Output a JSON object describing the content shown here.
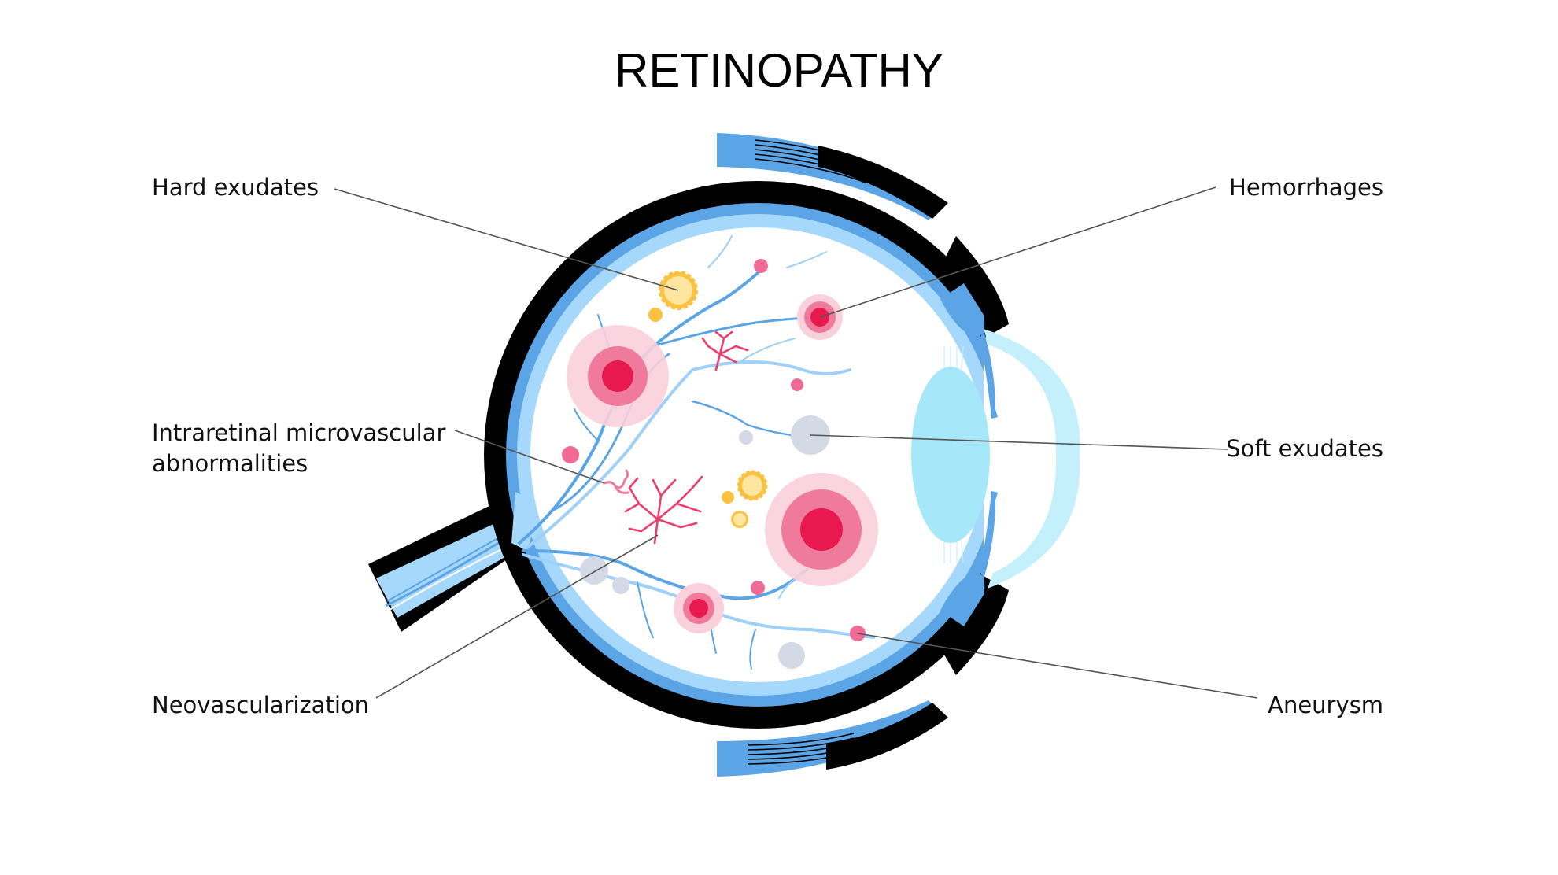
{
  "title": "RETINOPATHY",
  "labels": {
    "hard_exudates": "Hard exudates",
    "hemorrhages": "Hemorrhages",
    "irma_line1": "Intraretinal microvascular",
    "irma_line2": "abnormalities",
    "soft_exudates": "Soft exudates",
    "neovascularization": "Neovascularization",
    "aneurysm": "Aneurysm"
  },
  "colors": {
    "sclera": "#000000",
    "choroid": "#5BA4E6",
    "retina": "#A6D8FB",
    "lens": "#A6E8FA",
    "cornea": "#C3F0FB",
    "hemorrhage_core": "#E8194F",
    "hemorrhage_mid": "#F07A9B",
    "hemorrhage_halo": "#FAD0DD",
    "aneurysm": "#F06A95",
    "hard_exudate_fill": "#FDE6A0",
    "hard_exudate_edge": "#FBC140",
    "soft_exudate": "#D3DAE5",
    "vessel": "#5BA4E6",
    "neovascular": "#EC3D6C"
  }
}
